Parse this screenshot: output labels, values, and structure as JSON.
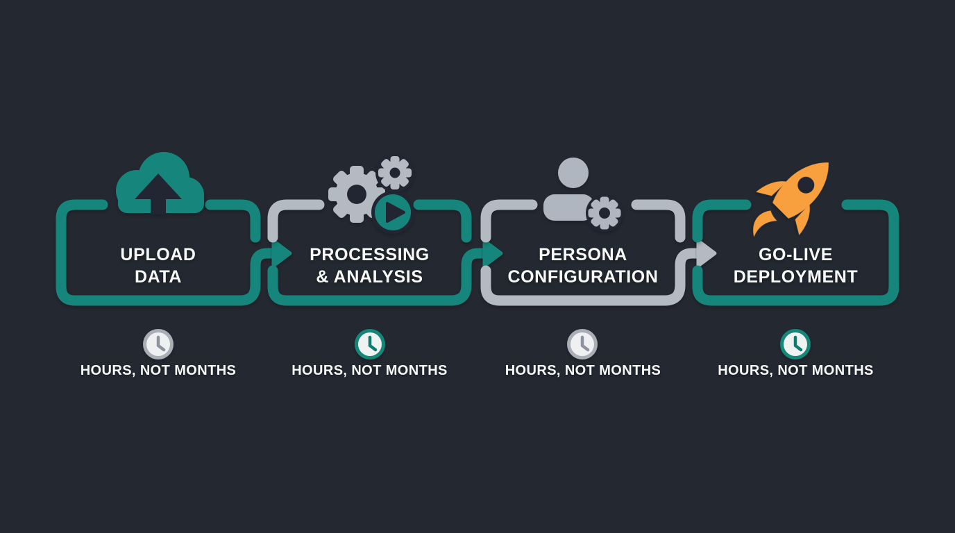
{
  "diagram": {
    "background_color": "#242831",
    "accent_teal": "#19867b",
    "accent_gray": "#b4bac2",
    "accent_orange": "#f7a03e",
    "text_color": "#f7f8f8",
    "steps": [
      {
        "title_line1": "UPLOAD",
        "title_line2": "DATA",
        "icon": "cloud-upload-icon",
        "frame_color": "teal",
        "clock_style": "gray",
        "caption": "HOURS, NOT MONTHS"
      },
      {
        "title_line1": "PROCESSING",
        "title_line2": "& ANALYSIS",
        "icon": "gears-play-icon",
        "frame_color": "teal-with-gray-corner",
        "clock_style": "teal",
        "caption": "HOURS, NOT MONTHS"
      },
      {
        "title_line1": "PERSONA",
        "title_line2": "CONFIGURATION",
        "icon": "user-gear-icon",
        "frame_color": "gray",
        "clock_style": "gray",
        "caption": "HOURS, NOT MONTHS"
      },
      {
        "title_line1": "GO-LIVE",
        "title_line2": "DEPLOYMENT",
        "icon": "rocket-icon",
        "frame_color": "teal",
        "clock_style": "teal",
        "caption": "HOURS, NOT MONTHS"
      }
    ]
  }
}
